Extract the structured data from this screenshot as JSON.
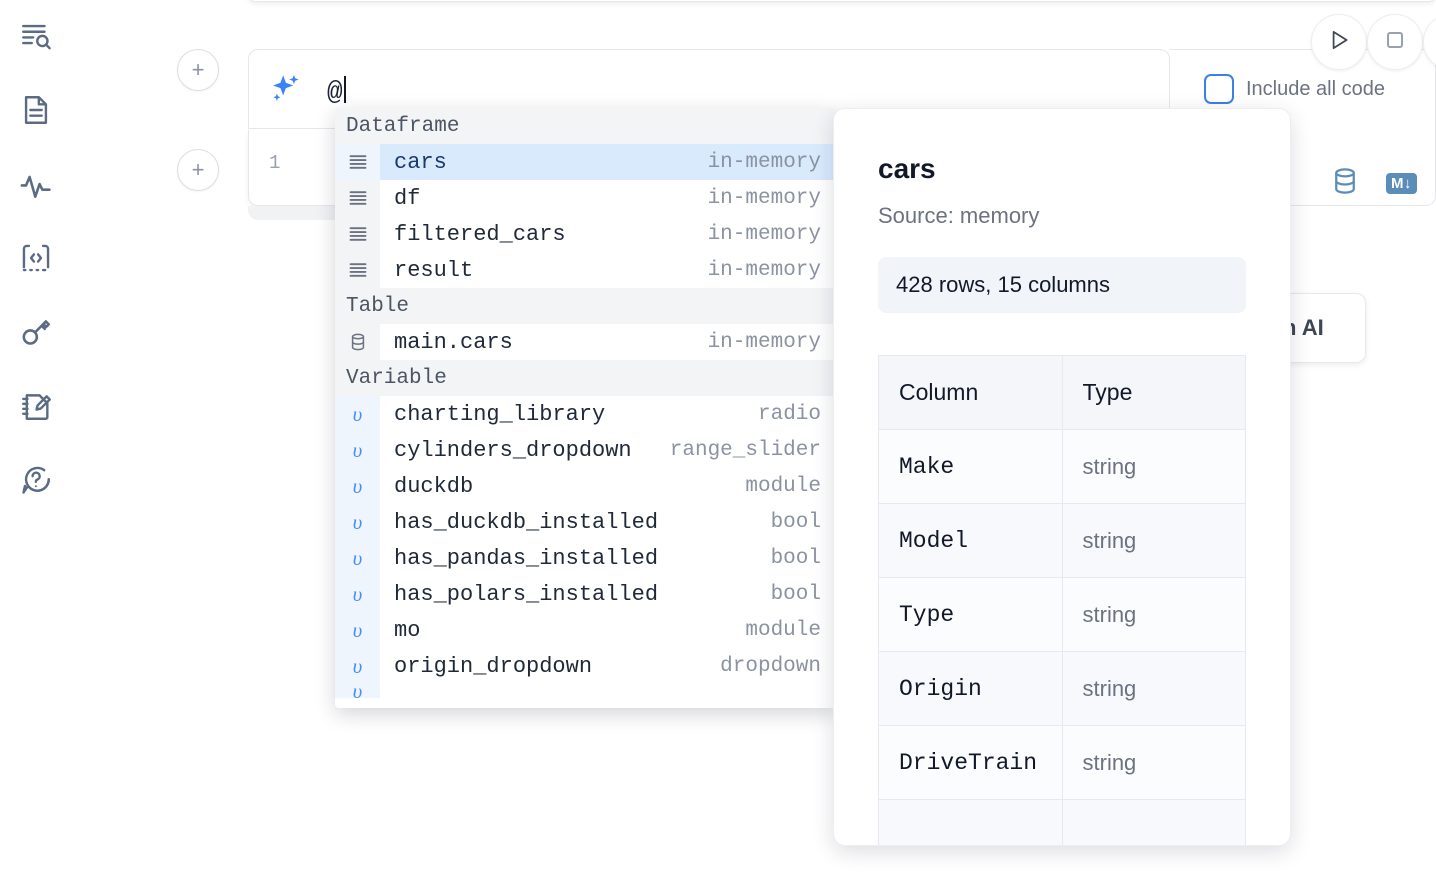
{
  "sidebar": {
    "items": [
      {
        "name": "search-outline-icon",
        "label": "Outline search"
      },
      {
        "name": "document-icon",
        "label": "Notebook file"
      },
      {
        "name": "activity-icon",
        "label": "Activity"
      },
      {
        "name": "code-snippet-icon",
        "label": "Snippets"
      },
      {
        "name": "key-icon",
        "label": "Secrets"
      },
      {
        "name": "scratchpad-icon",
        "label": "Scratchpad"
      },
      {
        "name": "help-chat-icon",
        "label": "Help"
      }
    ]
  },
  "cell": {
    "add_button_label": "+",
    "line_number": "1",
    "ai_prompt_value": "@",
    "run_button_label": "Run",
    "stop_button_label": "Stop",
    "include_all_code_label": "Include all code",
    "include_all_code_checked": false,
    "database_icon_name": "database-icon",
    "markdown_badge_label": "M",
    "ai_chip_label": "h AI"
  },
  "autocomplete": {
    "groups": [
      {
        "title": "Dataframe",
        "items": [
          {
            "icon": "dataframe-icon",
            "name": "cars",
            "meta": "in-memory",
            "selected": true
          },
          {
            "icon": "dataframe-icon",
            "name": "df",
            "meta": "in-memory",
            "selected": false
          },
          {
            "icon": "dataframe-icon",
            "name": "filtered_cars",
            "meta": "in-memory",
            "selected": false
          },
          {
            "icon": "dataframe-icon",
            "name": "result",
            "meta": "in-memory",
            "selected": false
          }
        ]
      },
      {
        "title": "Table",
        "items": [
          {
            "icon": "table-icon",
            "name": "main.cars",
            "meta": "in-memory",
            "selected": false
          }
        ]
      },
      {
        "title": "Variable",
        "items": [
          {
            "icon": "variable-icon",
            "name": "charting_library",
            "meta": "radio",
            "selected": false
          },
          {
            "icon": "variable-icon",
            "name": "cylinders_dropdown",
            "meta": "range_slider",
            "selected": false
          },
          {
            "icon": "variable-icon",
            "name": "duckdb",
            "meta": "module",
            "selected": false
          },
          {
            "icon": "variable-icon",
            "name": "has_duckdb_installed",
            "meta": "bool",
            "selected": false
          },
          {
            "icon": "variable-icon",
            "name": "has_pandas_installed",
            "meta": "bool",
            "selected": false
          },
          {
            "icon": "variable-icon",
            "name": "has_polars_installed",
            "meta": "bool",
            "selected": false
          },
          {
            "icon": "variable-icon",
            "name": "mo",
            "meta": "module",
            "selected": false
          },
          {
            "icon": "variable-icon",
            "name": "origin_dropdown",
            "meta": "dropdown",
            "selected": false
          }
        ]
      }
    ]
  },
  "preview": {
    "title": "cars",
    "source": "Source: memory",
    "shape": "428 rows, 15 columns",
    "headers": {
      "column": "Column",
      "type": "Type"
    },
    "rows": [
      {
        "column": "Make",
        "type": "string"
      },
      {
        "column": "Model",
        "type": "string"
      },
      {
        "column": "Type",
        "type": "string"
      },
      {
        "column": "Origin",
        "type": "string"
      },
      {
        "column": "DriveTrain",
        "type": "string"
      }
    ]
  },
  "colors": {
    "accent_blue": "#3b82f6",
    "selected_row_bg": "#d9eafd",
    "icon_gray": "#5c6b84",
    "steel_blue": "#5b8db8"
  }
}
